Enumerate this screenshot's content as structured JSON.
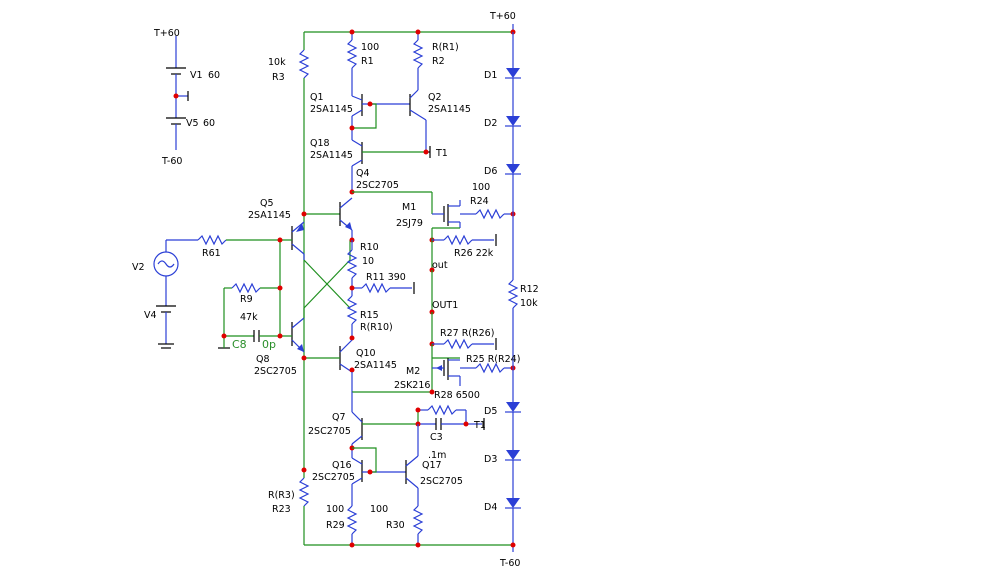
{
  "rails": {
    "pos": "T+60",
    "neg": "T-60"
  },
  "sources": {
    "v1_name": "V1",
    "v1_value": "60",
    "v5_name": "V5",
    "v5_value": "60",
    "v2_name": "V2",
    "v4_name": "V4",
    "src_top": "T+60",
    "src_bottom": "T-60"
  },
  "labels": {
    "r3_value": "10k",
    "r3_name": "R3",
    "r1_value": "100",
    "r1_name": "R1",
    "r2_value": "R(R1)",
    "r2_name": "R2",
    "q1_name": "Q1",
    "q1_part": "2SA1145",
    "q2_name": "Q2",
    "q2_part": "2SA1145",
    "q18_name": "Q18",
    "q18_part": "2SA1145",
    "t1_top": "T1",
    "q4_name": "Q4",
    "q4_part": "2SC2705",
    "q5_name": "Q5",
    "q5_part": "2SA1145",
    "r24_value": "100",
    "r24_name": "R24",
    "m1_name": "M1",
    "m1_part": "2SJ79",
    "r61_name": "R61",
    "r10_name": "R10",
    "r10_value": "10",
    "r11_label": "R11  390",
    "r26_label": "R26  22k",
    "out_label": "out",
    "r9_name": "R9",
    "r9_value": "47k",
    "c8_name": "C8",
    "c8_value": "0p",
    "r15_name": "R15",
    "r15_value": "R(R10)",
    "out1_label": "OUT1",
    "r27_label": "R27  R(R26)",
    "r12_name": "R12",
    "r12_value": "10k",
    "q8_name": "Q8",
    "q8_part": "2SC2705",
    "q10_name": "Q10",
    "q10_part": "2SA1145",
    "r25_label": "R25  R(R24)",
    "m2_name": "M2",
    "m2_part": "2SK216",
    "r28_label": "R28  6500",
    "q7_name": "Q7",
    "q7_part": "2SC2705",
    "c3_name": "C3",
    "c3_value": ".1m",
    "t1_bottom": "T1",
    "q16_name": "Q16",
    "q16_part": "2SC2705",
    "q17_name": "Q17",
    "q17_part": "2SC2705",
    "r23_value": "R(R3)",
    "r23_name": "R23",
    "r29_value": "100",
    "r29_name": "R29",
    "r30_value": "100",
    "r30_name": "R30",
    "d1": "D1",
    "d2": "D2",
    "d6": "D6",
    "d5": "D5",
    "d3": "D3",
    "d4": "D4"
  },
  "colors": {
    "wire_blue": "#2b3fd6",
    "wire_green": "#1e8f1e",
    "node_red": "#e00000",
    "label_green": "#2a8f2a"
  }
}
